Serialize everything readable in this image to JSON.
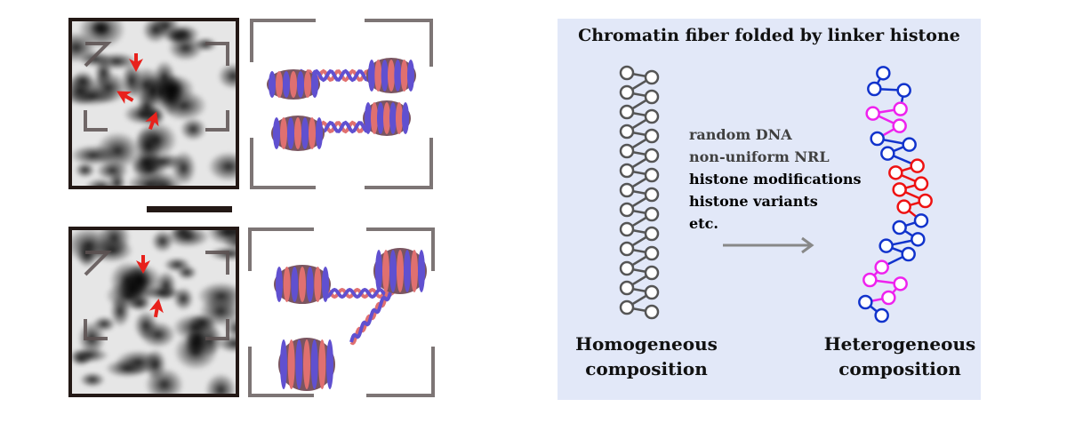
{
  "figure": {
    "em_images": [
      {
        "label": "em-image-top",
        "arrows": 3
      },
      {
        "label": "em-image-bottom",
        "arrows": 2
      }
    ],
    "models": [
      "two-start-stacked-fiber",
      "open-zigzag-fiber"
    ]
  },
  "panel": {
    "title": "Chromatin fiber folded by linker histone",
    "factors": [
      {
        "text": "random DNA",
        "color": "#404040"
      },
      {
        "text": "non-uniform NRL",
        "color": "#404040"
      },
      {
        "text": "histone modifications",
        "color": "#111111"
      },
      {
        "text": "histone variants",
        "color": "#111111"
      },
      {
        "text": "etc.",
        "color": "#111111"
      }
    ],
    "left_caption": {
      "line1": "Homogeneous",
      "line2": "composition"
    },
    "right_caption": {
      "line1": "Heterogeneous",
      "line2": "composition"
    }
  },
  "colors": {
    "panel_bg": "#e2e8f8",
    "homogeneous": "#555555",
    "blue": "#1133cc",
    "magenta": "#ee22ee",
    "red": "#ee1111",
    "arrow": "#888888",
    "em_arrow": "#e8211c"
  }
}
